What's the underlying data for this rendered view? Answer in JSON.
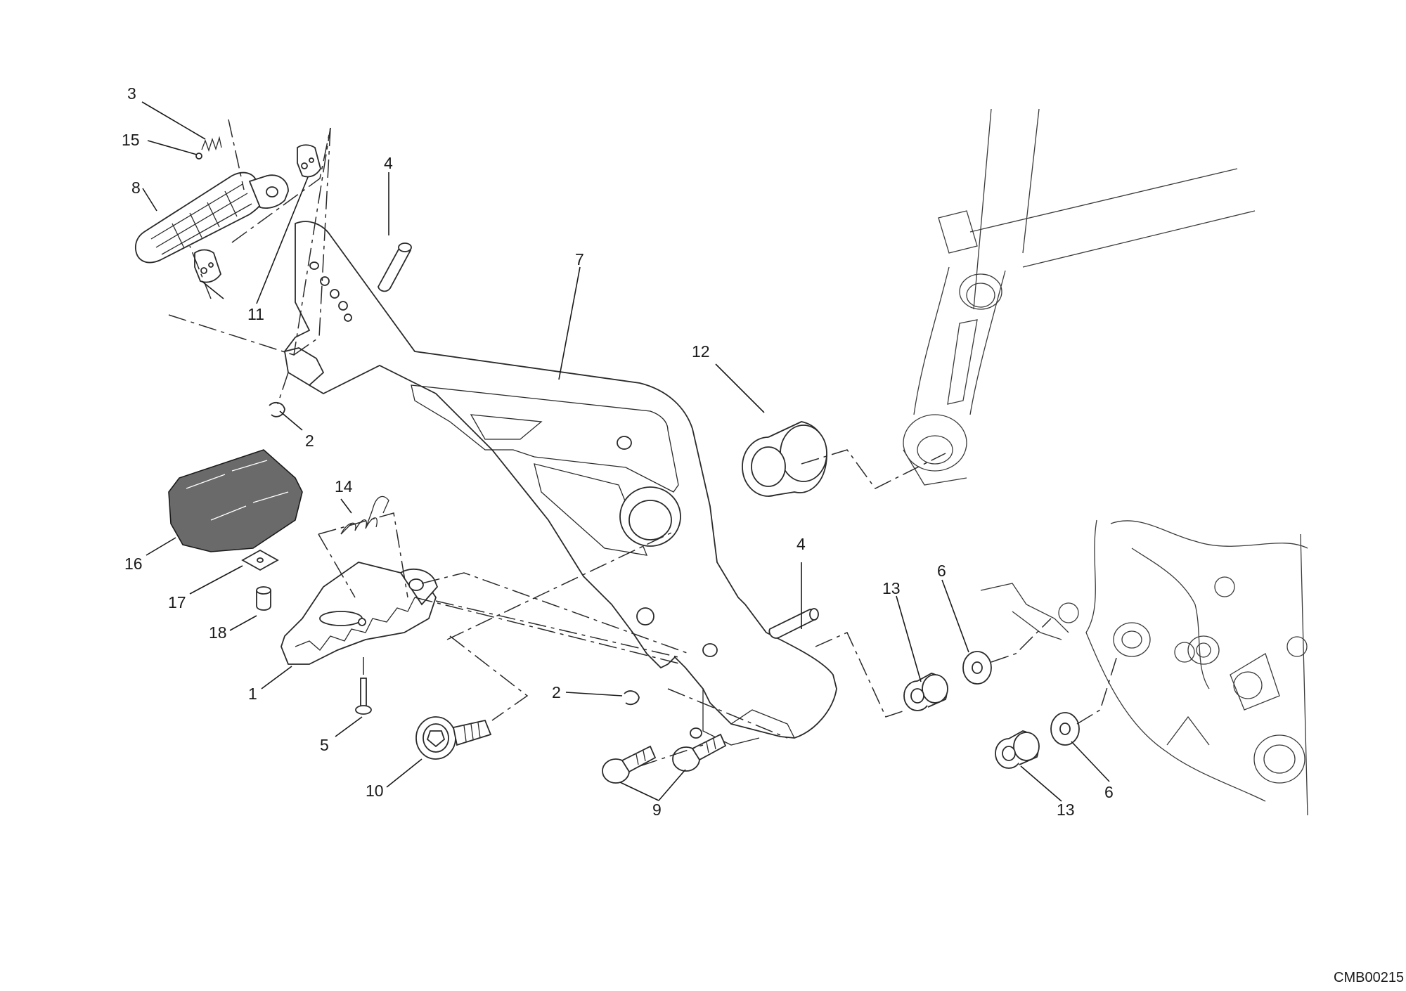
{
  "diagram": {
    "drawing_code": "CMB00215",
    "callouts": {
      "c3": "3",
      "c15": "15",
      "c8": "8",
      "c11": "11",
      "c4a": "4",
      "c7": "7",
      "c2a": "2",
      "c12": "12",
      "c14": "14",
      "c16": "16",
      "c17": "17",
      "c18": "18",
      "c1": "1",
      "c5": "5",
      "c10": "10",
      "c4b": "4",
      "c2b": "2",
      "c9": "9",
      "c13a": "13",
      "c6a": "6",
      "c6b": "6",
      "c13b": "13"
    }
  }
}
